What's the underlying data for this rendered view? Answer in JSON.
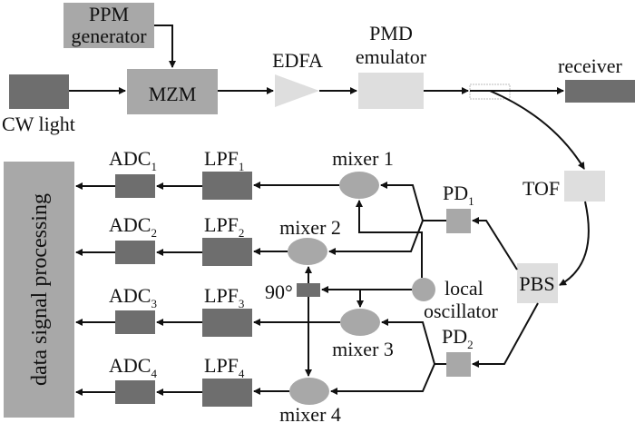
{
  "diagram": {
    "colors": {
      "dark": "#6e6e6e",
      "medium": "#a8a8a8",
      "light": "#dedede",
      "line": "#111111"
    },
    "blocks": {
      "ppm_generator": {
        "line1": "PPM",
        "line2": "generator"
      },
      "cw_light": {
        "label": "CW light"
      },
      "mzm": {
        "label": "MZM"
      },
      "edfa": {
        "label": "EDFA"
      },
      "pmd_emulator": {
        "line1": "PMD",
        "line2": "emulator"
      },
      "receiver": {
        "label": "receiver"
      },
      "tof": {
        "label": "TOF"
      },
      "pbs": {
        "label": "PBS"
      },
      "pd1": {
        "label": "PD",
        "sub": "1"
      },
      "pd2": {
        "label": "PD",
        "sub": "2"
      },
      "local_oscillator": {
        "line1": "local",
        "line2": "oscillator"
      },
      "phase_shifter": {
        "label": "90°"
      },
      "dsp": {
        "label": "data signal processing"
      }
    },
    "mixers": [
      {
        "label": "mixer 1"
      },
      {
        "label": "mixer 2"
      },
      {
        "label": "mixer 3"
      },
      {
        "label": "mixer 4"
      }
    ],
    "lpfs": [
      {
        "label": "LPF",
        "sub": "1"
      },
      {
        "label": "LPF",
        "sub": "2"
      },
      {
        "label": "LPF",
        "sub": "3"
      },
      {
        "label": "LPF",
        "sub": "4"
      }
    ],
    "adcs": [
      {
        "label": "ADC",
        "sub": "1"
      },
      {
        "label": "ADC",
        "sub": "2"
      },
      {
        "label": "ADC",
        "sub": "3"
      },
      {
        "label": "ADC",
        "sub": "4"
      }
    ]
  }
}
